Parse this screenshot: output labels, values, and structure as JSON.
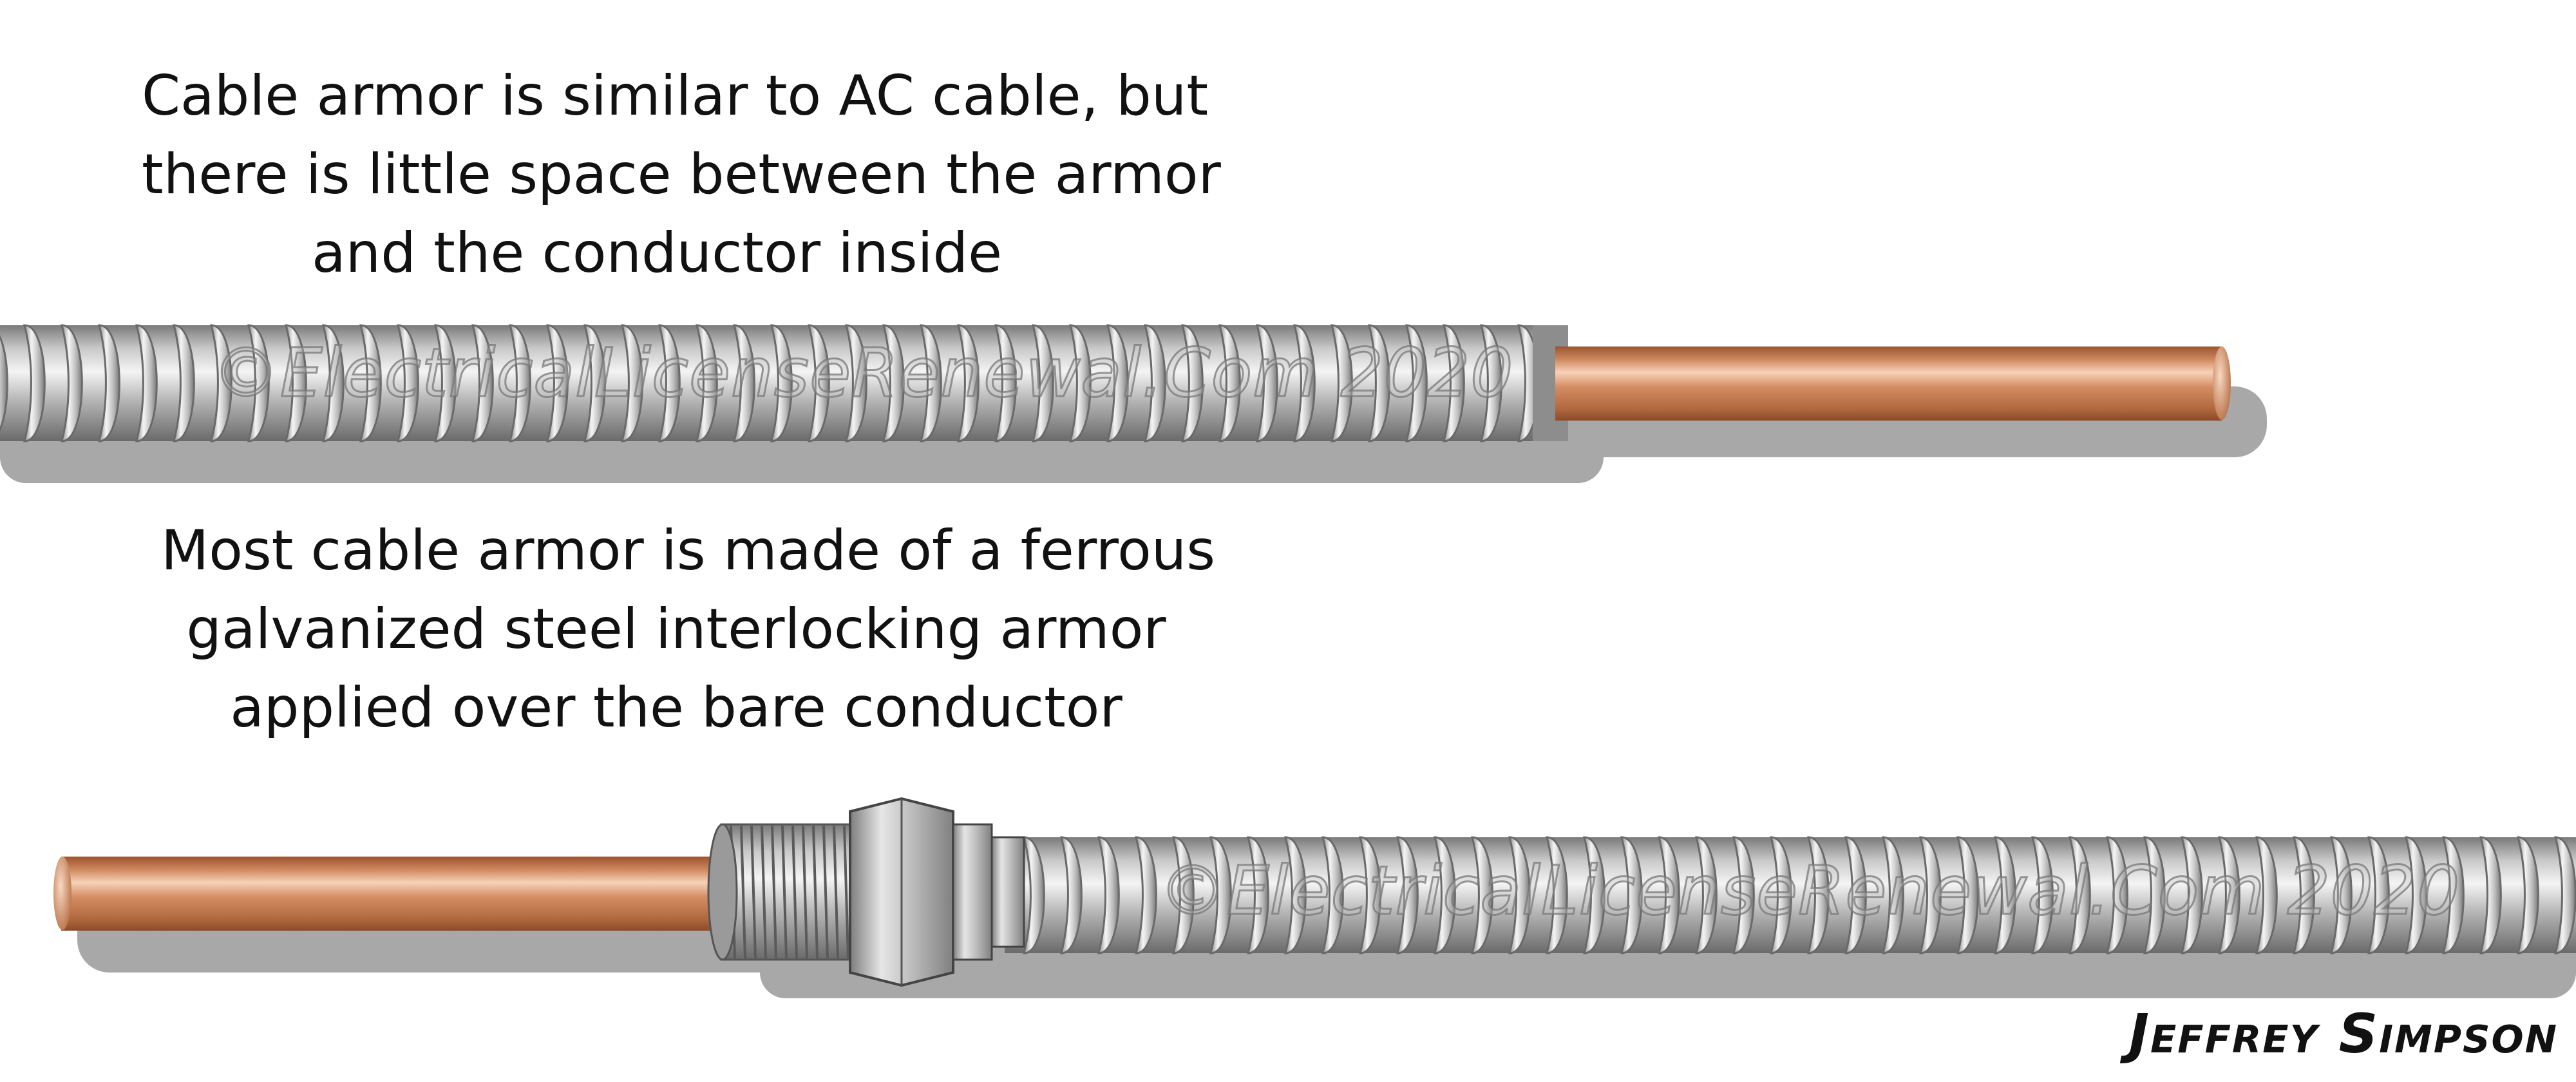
{
  "captions": {
    "top": [
      "Cable armor is similar to AC cable, but",
      "there is little space between the armor",
      "and the conductor inside"
    ],
    "bottom": [
      "Most cable armor is made of a ferrous",
      "galvanized steel interlocking armor",
      "applied over the bare conductor"
    ]
  },
  "watermark": "©ElectricalLicenseRenewal.Com 2020",
  "signature": "Jeffrey Simpson",
  "colors": {
    "copper": "#c97a4e",
    "copper_highlight": "#f4c7a8",
    "steel": "#b9b9b9",
    "steel_dark": "#6f6f6f",
    "shadow": "#9a9a9a"
  }
}
